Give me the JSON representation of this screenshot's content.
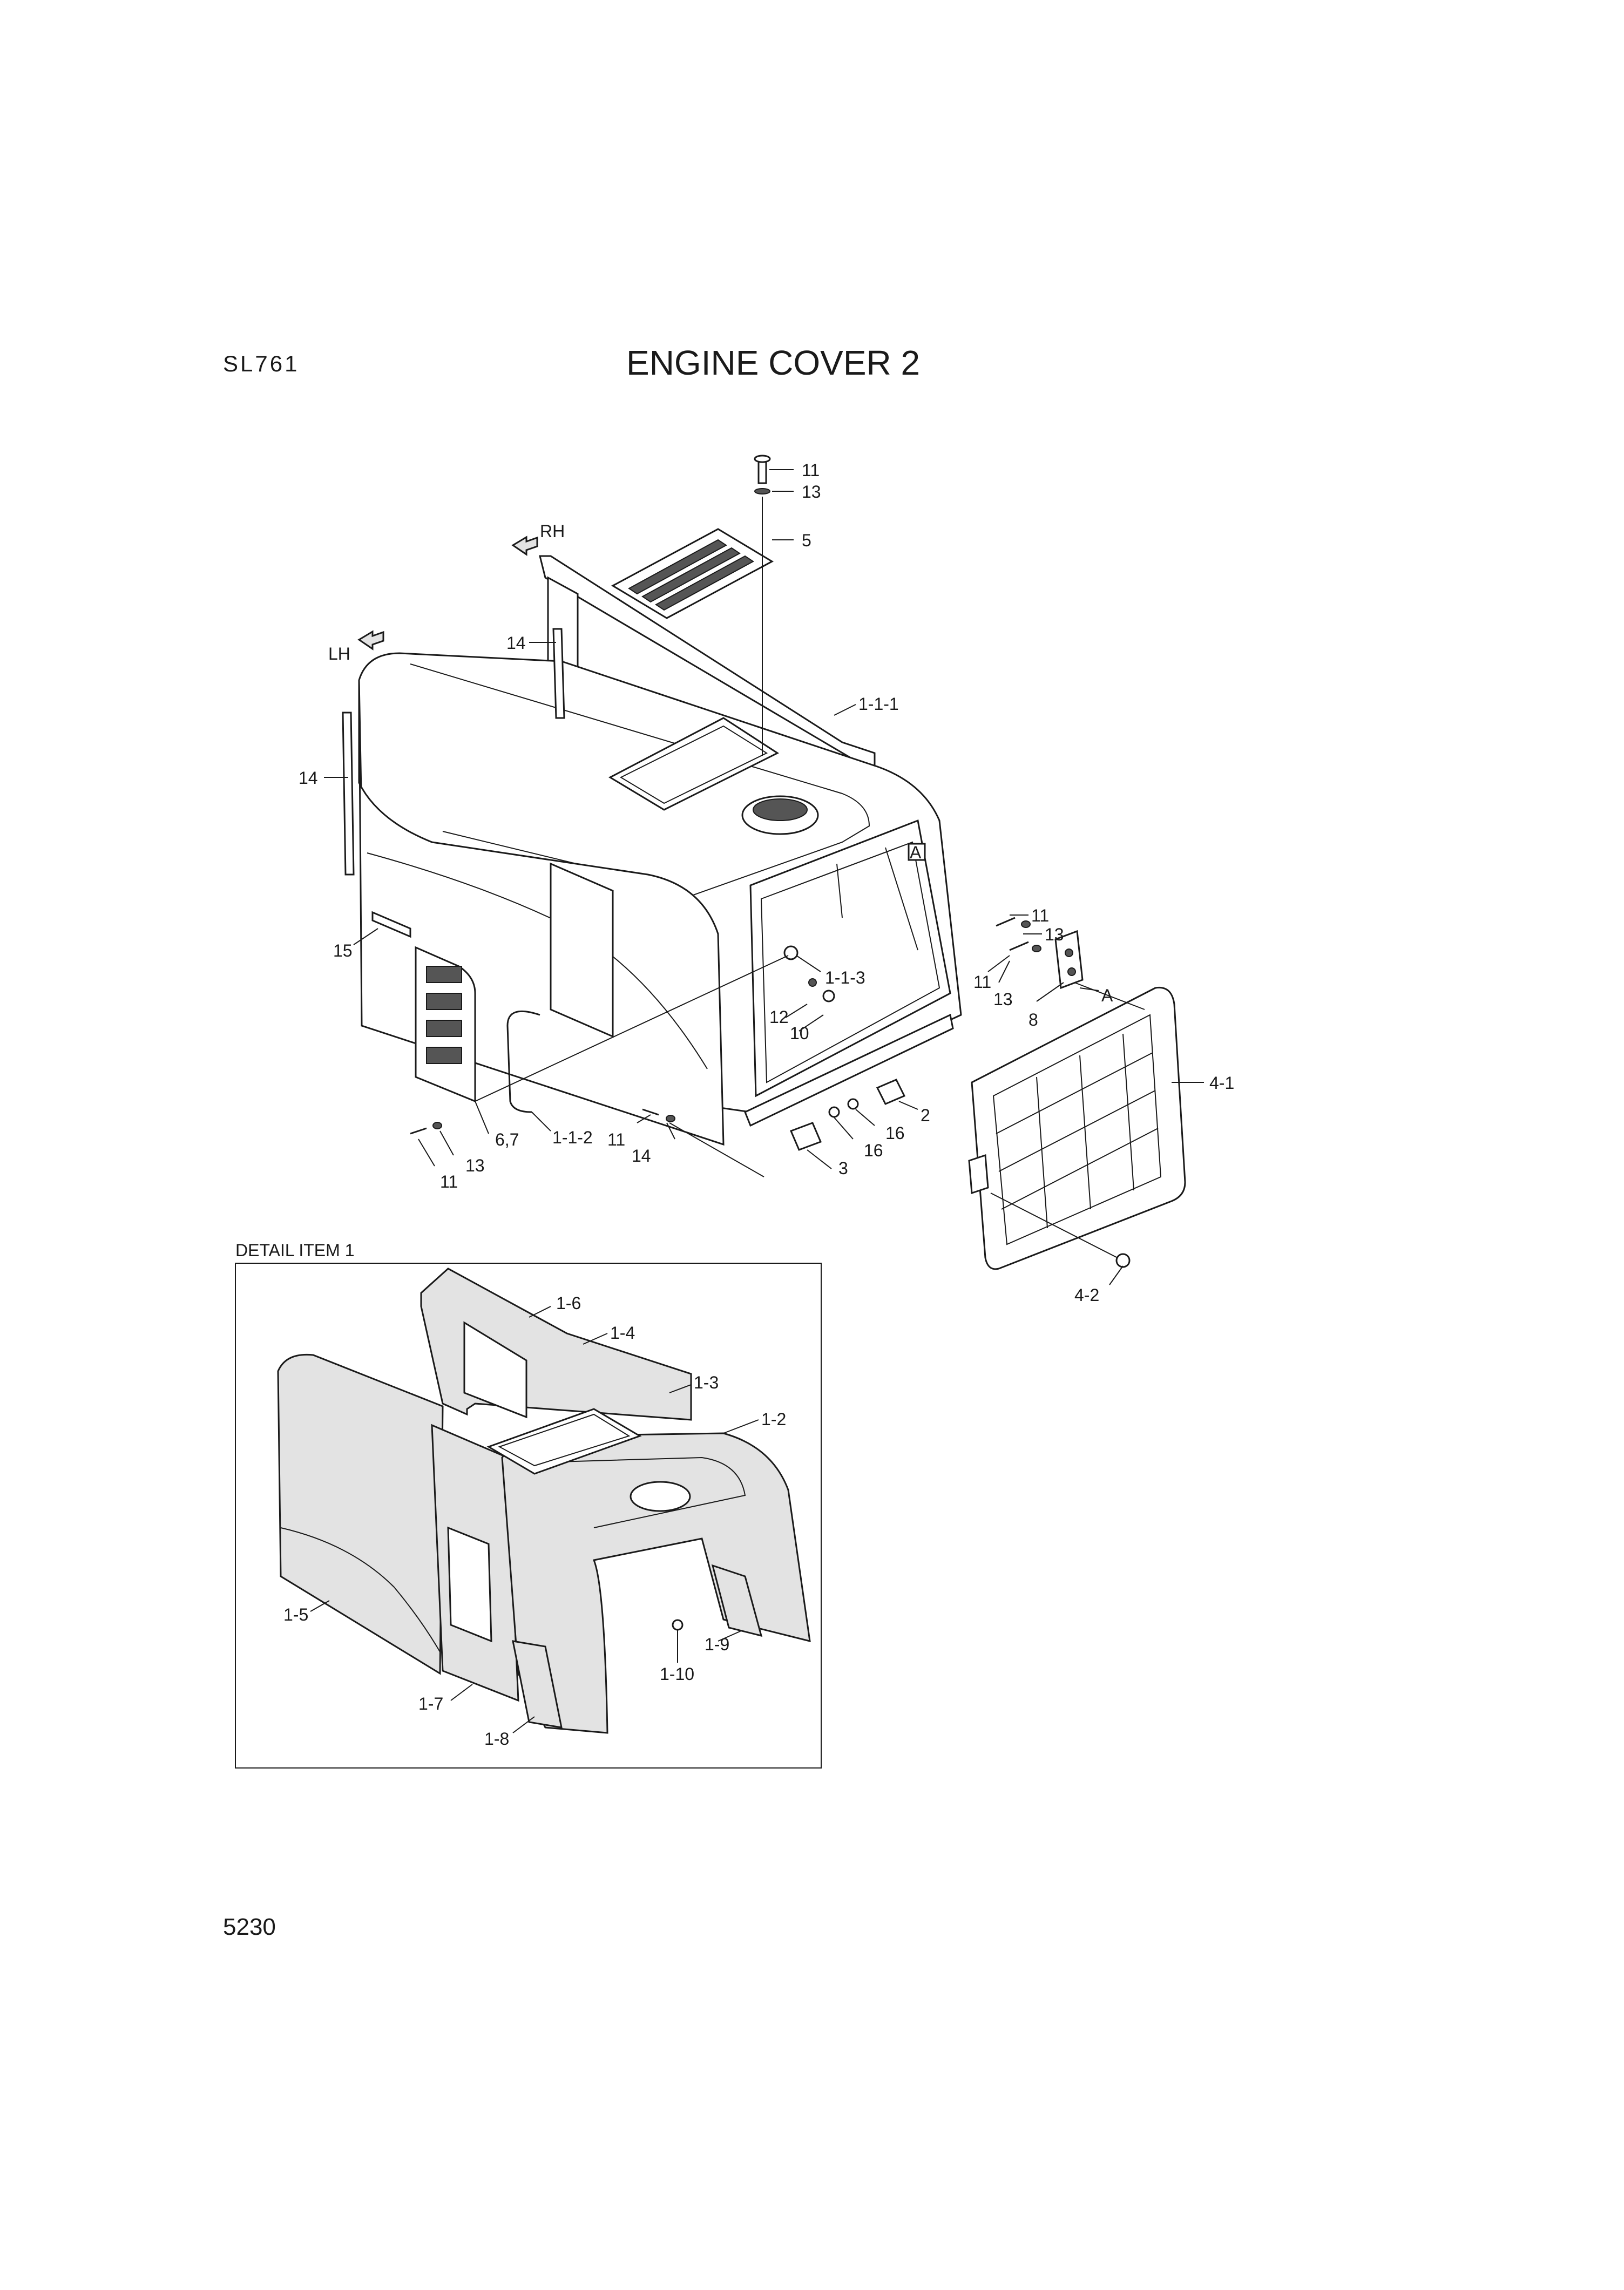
{
  "header": {
    "model": "SL761",
    "title": "ENGINE COVER 2"
  },
  "footer": {
    "page": "5230"
  },
  "detail": {
    "label": "DETAIL ITEM 1"
  },
  "directions": {
    "rh": "RH",
    "lh": "LH"
  },
  "callouts": {
    "c11a": "11",
    "c13a": "13",
    "c5": "5",
    "c14a": "14",
    "c111": "1-1-1",
    "c14b": "14",
    "c15": "15",
    "cA1": "A",
    "c11b": "11",
    "c13b": "13",
    "c11c": "11",
    "c13c": "13",
    "cA2": "A",
    "c8": "8",
    "c113": "1-1-3",
    "c12": "12",
    "c10": "10",
    "c41": "4-1",
    "c2": "2",
    "c16a": "16",
    "c16b": "16",
    "c3": "3",
    "c112": "1-1-2",
    "c11d": "11",
    "c14c": "14",
    "c67": "6,7",
    "c13d": "13",
    "c11e": "11",
    "c42": "4-2",
    "c16": "1-6",
    "c14d": "1-4",
    "c13e": "1-3",
    "c12b": "1-2",
    "c15b": "1-5",
    "c19": "1-9",
    "c110": "1-10",
    "c17": "1-7",
    "c18": "1-8"
  }
}
